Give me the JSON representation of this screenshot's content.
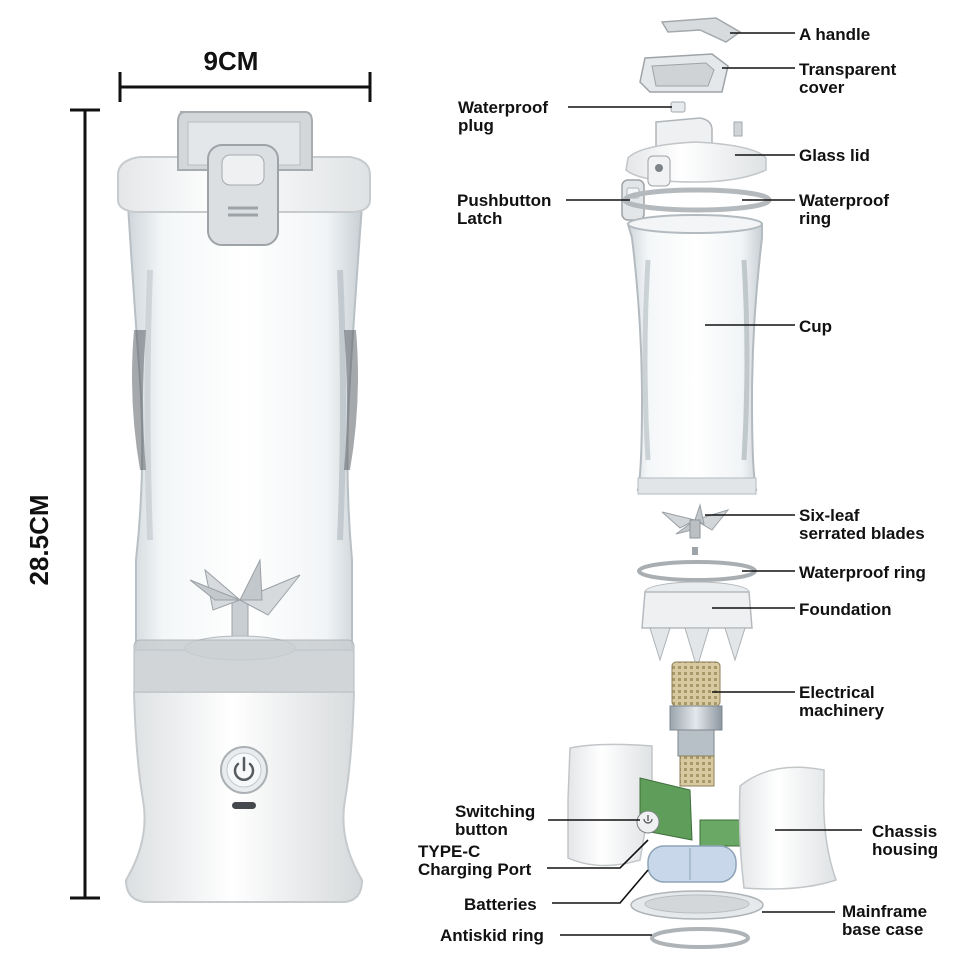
{
  "dimensions": {
    "width_label": "9CM",
    "height_label": "28.5CM"
  },
  "parts": {
    "a_handle": "A handle",
    "transparent_cover": [
      "Transparent",
      "cover"
    ],
    "waterproof_plug": [
      "Waterproof",
      "plug"
    ],
    "glass_lid": "Glass lid",
    "pushbutton_latch": [
      "Pushbutton",
      "Latch"
    ],
    "waterproof_ring_top": [
      "Waterproof",
      "ring"
    ],
    "cup": "Cup",
    "blades": [
      "Six-leaf",
      "serrated blades"
    ],
    "waterproof_ring": "Waterproof ring",
    "foundation": "Foundation",
    "electrical_machinery": [
      "Electrical",
      "machinery"
    ],
    "switching_button": [
      "Switching",
      "button"
    ],
    "charging_port": [
      "TYPE-C",
      "Charging Port"
    ],
    "chassis_housing": [
      "Chassis",
      "housing"
    ],
    "batteries": "Batteries",
    "mainframe_base_case": [
      "Mainframe",
      "base case"
    ],
    "antiskid_ring": "Antiskid ring"
  },
  "colors": {
    "body_white": "#f7f7f7",
    "cap_grey": "#d9dcde",
    "glass": "#eef2f4",
    "pcb_green": "#5f9e5a",
    "battery_blue": "#c8d8ea"
  },
  "icons": {
    "power": "power-icon"
  }
}
